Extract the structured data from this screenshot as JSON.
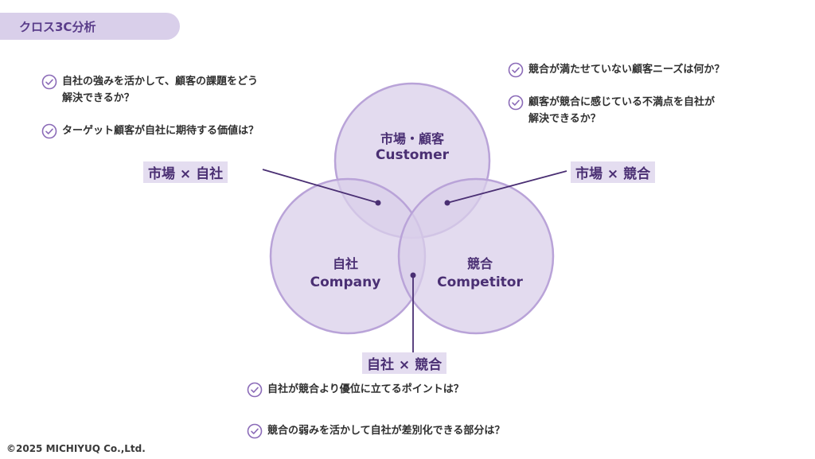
{
  "title": "クロス3C分析",
  "circles": {
    "customer": {
      "jp": "市場・顧客",
      "en": "Customer"
    },
    "company": {
      "jp": "自社",
      "en": "Company"
    },
    "competitor": {
      "jp": "競合",
      "en": "Competitor"
    }
  },
  "intersections": {
    "market_company": "市場 × 自社",
    "market_competitor": "市場 × 競合",
    "company_competitor": "自社 × 競合"
  },
  "questions": {
    "market_company": [
      [
        "自社の強みを活かして、顧客の課題をどう",
        "解決できるか？"
      ],
      [
        "ターゲット顧客が自社に期待する価値は？"
      ]
    ],
    "market_competitor": [
      [
        "競合が満たせていない顧客ニーズは何か？"
      ],
      [
        "顧客が競合に感じている不満点を自社が",
        "解決できるか？"
      ]
    ],
    "company_competitor": [
      [
        "自社が競合より優位に立てるポイントは？"
      ],
      [
        "競合の弱みを活かして自社が差別化できる部分は？"
      ]
    ]
  },
  "footer": "©2025 MICHIYUQ Co.,Ltd.",
  "colors": {
    "accent": "#6b4a9e",
    "circle_fill": "#d9cfea",
    "circle_stroke": "#b9a3d8",
    "label_bg": "#e4ddf0"
  }
}
